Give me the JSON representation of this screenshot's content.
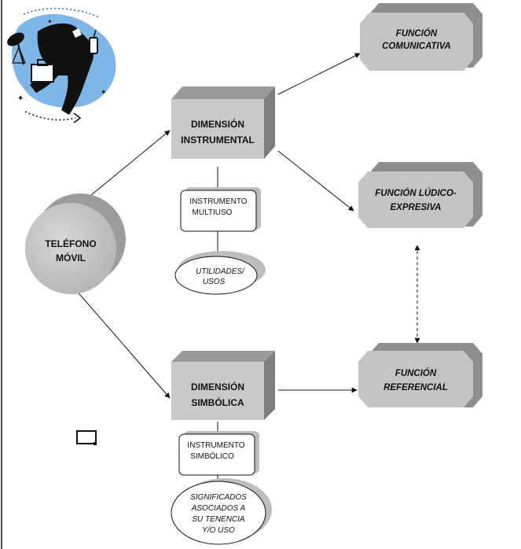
{
  "nodes": {
    "telefono": {
      "line1": "TELÉFONO",
      "line2": "MÓVIL"
    },
    "dim_instrumental": {
      "line1": "DIMENSIÓN",
      "line2": "INSTRUMENTAL"
    },
    "dim_simbolica": {
      "line1": "DIMENSIÓN",
      "line2": "SIMBÓLICA"
    },
    "func_comunicativa": {
      "line1": "FUNCIÓN",
      "line2": "COMUNICATIVA"
    },
    "func_ludico": {
      "line1": "FUNCIÓN LÚDICO-",
      "line2": "EXPRESIVA"
    },
    "func_referencial": {
      "line1": "FUNCIÓN",
      "line2": "REFERENCIAL"
    },
    "instr_multiuso": {
      "line1": "INSTRUMENTO",
      "line2": "MULTIUSO"
    },
    "utilidades": {
      "line1": "UTILIDADES/",
      "line2": "USOS"
    },
    "instr_simbolico": {
      "line1": "INSTRUMENTO",
      "line2": "SIMBÓLICO"
    },
    "significados": {
      "line1": "SIGNIFICADOS",
      "line2": "ASOCIADOS A",
      "line3": "SU TENENCIA",
      "line4": "Y/O USO"
    }
  },
  "colors": {
    "block_face": "#c9c9c9",
    "block_top": "#9a9a9a",
    "block_side": "#7f7f7f",
    "clipart_blue": "#7fb6e8",
    "ink": "#111111"
  },
  "icons": [
    "mobile-phone-clipart-icon",
    "small-box-icon"
  ]
}
